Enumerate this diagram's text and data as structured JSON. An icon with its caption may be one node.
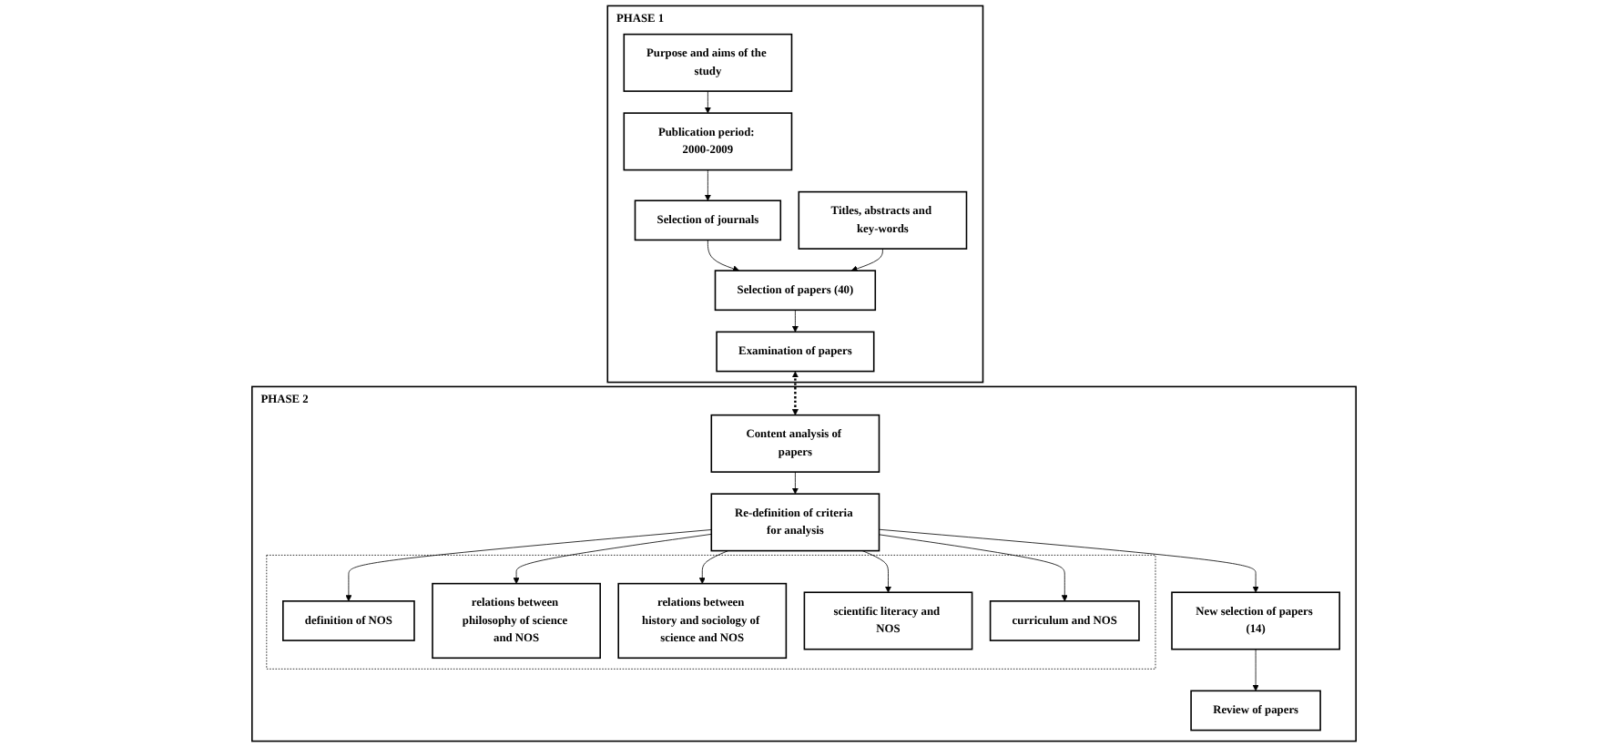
{
  "diagram": {
    "nodes": [
      {
        "text": [
          "PHASE 1"
        ]
      },
      {
        "text": [
          "Purpose and aims of the study"
        ],
        "in": 0
      },
      {
        "text": [
          "Publication period: 2000-2009"
        ],
        "in": 0
      },
      {
        "text": [
          "Selection of journals"
        ],
        "in": 0
      },
      {
        "text": [
          "Titles, abstracts and key-words"
        ],
        "in": 0
      },
      {
        "text": [
          "Selection of papers (40)"
        ],
        "in": 0
      },
      {
        "text": [
          "Examination of papers"
        ],
        "in": 0
      },
      {
        "text": [
          "PHASE 2"
        ]
      },
      {
        "text": [
          "Content analysis of papers"
        ],
        "in": 7
      },
      {
        "text": [
          "Re-definition of criteria for analysis"
        ],
        "in": 7
      },
      {
        "text": [
          "New selection of papers (14)"
        ],
        "in": 7
      },
      {
        "text": [
          "Review of papers"
        ],
        "in": 7
      },
      {
        "text": [],
        "shape": "box",
        "in": 7
      },
      {
        "text": [
          "definition of NOS"
        ],
        "in": 12
      },
      {
        "text": [
          "relations between philosophy of science and NOS"
        ],
        "in": 12
      },
      {
        "text": [
          "relations between history and sociology of science and NOS"
        ],
        "in": 12
      },
      {
        "text": [
          "scientific literacy and NOS"
        ],
        "in": 12
      },
      {
        "text": [
          "curriculum and NOS"
        ],
        "in": 12
      }
    ],
    "edges": [
      {
        "from": 1,
        "to": 2,
        "arrow": "to"
      },
      {
        "from": 2,
        "to": 3,
        "arrow": "to"
      },
      {
        "from": 3,
        "to": 5,
        "arrow": "to"
      },
      {
        "from": 4,
        "to": 5,
        "arrow": "to"
      },
      {
        "from": 5,
        "to": 6,
        "arrow": "to"
      },
      {
        "from": 6,
        "to": 8,
        "arrow": "both",
        "style": "dashed"
      },
      {
        "from": 8,
        "to": 9,
        "arrow": "to"
      },
      {
        "from": 9,
        "to": 10,
        "arrow": "to"
      },
      {
        "from": 10,
        "to": 11,
        "arrow": "to"
      },
      {
        "from": 9,
        "to": 13,
        "arrow": "to"
      },
      {
        "from": 9,
        "to": 14,
        "arrow": "to"
      },
      {
        "from": 9,
        "to": 15,
        "arrow": "to"
      },
      {
        "from": 9,
        "to": 16,
        "arrow": "to"
      },
      {
        "from": 9,
        "to": 17,
        "arrow": "to"
      }
    ]
  }
}
